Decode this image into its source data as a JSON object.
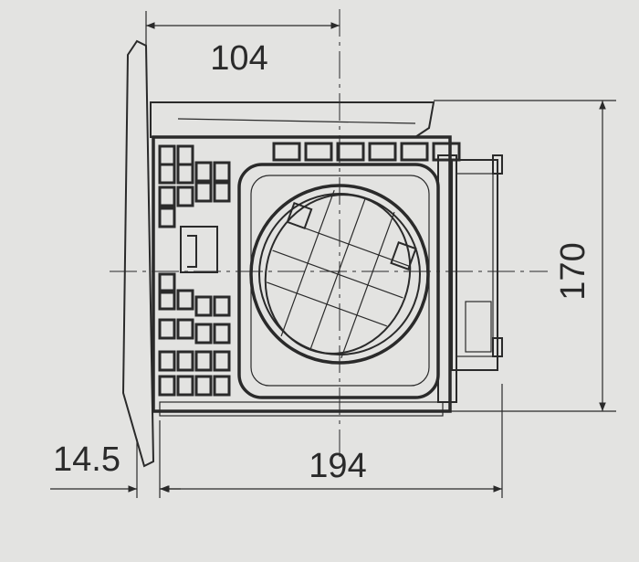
{
  "dimensions": {
    "top_width": "104",
    "height": "170",
    "body_width": "194",
    "panel_offset": "14.5"
  },
  "colors": {
    "background": "#e3e3e1",
    "line": "#2a2a2a"
  }
}
